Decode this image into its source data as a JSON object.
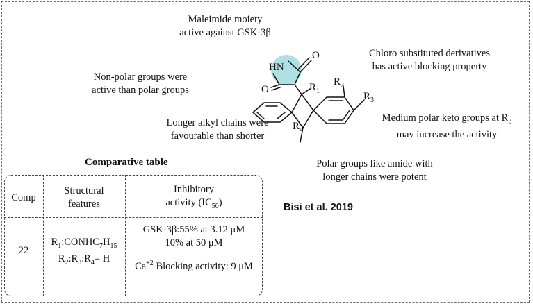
{
  "annotations": {
    "maleimide": [
      "Maleimide moiety",
      "active against GSK-3β"
    ],
    "chloro": [
      "Chloro substituted derivatives",
      "has active blocking property"
    ],
    "nonpolar": [
      "Non-polar groups were",
      "active than polar groups"
    ],
    "alkyl": [
      "Longer alkyl chains were",
      "favourable than shorter"
    ],
    "keto_line1": "Medium polar keto groups at R",
    "keto_line1_sub": "3",
    "keto_line2": "may increase the activity",
    "amide": [
      "Polar groups like amide with",
      "longer chains were potent"
    ]
  },
  "molecule": {
    "hn_label": "HN",
    "oxygen_label": "O",
    "r1": "R",
    "r1_sub": "1",
    "r2": "R",
    "r2_sub": "2",
    "r3": "R",
    "r3_sub": "3",
    "r4": "R",
    "r4_sub": "4",
    "highlight_color": "#aee0e4"
  },
  "table": {
    "title": "Comparative table",
    "headers": {
      "comp": "Comp",
      "structural": [
        "Structural",
        "features"
      ],
      "inhibitory_line1": "Inhibitory",
      "inhibitory_line2": "activity (IC",
      "inhibitory_sub": "50",
      "inhibitory_close": ")"
    },
    "row": {
      "comp": "22",
      "r1_label": "R",
      "r1_sub": "1",
      "r1_text": ":CONHC",
      "r1_c_sub": "7",
      "r1_h": "H",
      "r1_h_sub": "15",
      "r2_label": "R",
      "r2_sub": "2",
      "r3_sep": ":R",
      "r3_sub": "3",
      "r4_sep": ":R",
      "r4_sub": "4",
      "r4_text": "= H",
      "gsk_line1": "GSK-3β:55%  at 3.12 μM",
      "gsk_line2": "10%   at 50 μM",
      "ca_label": "Ca",
      "ca_sup": "+2",
      "ca_text": " Blocking activity: 9 μM"
    }
  },
  "citation": "Bisi et al. 2019"
}
